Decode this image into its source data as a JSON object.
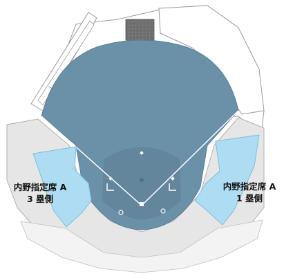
{
  "colors": {
    "field_blue": "#6b91a8",
    "field_dark": "#5f8298",
    "seat_highlight": "#aedcf2",
    "stands_gray": "#e6e6e6",
    "stands_light": "#f1f1f1",
    "outline": "#9a9a9a",
    "scoreboard": "#6e6e6e",
    "foul_line": "#ffffff"
  },
  "seat_areas": [
    {
      "name": "内野指定席 A",
      "side": "3 塁側"
    },
    {
      "name": "内野指定席 A",
      "side": "1 塁側"
    }
  ]
}
